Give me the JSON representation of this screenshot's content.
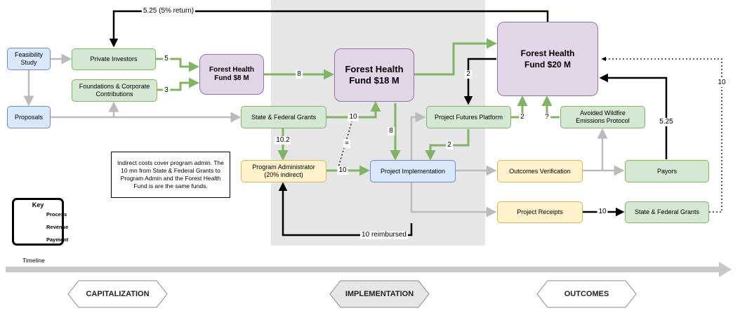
{
  "nodes": {
    "feasibility_study": "Feasibility Study",
    "proposals": "Proposals",
    "private_investors": "Private Investors",
    "foundations": "Foundations & Corporate Contributions",
    "fund_8m": "Forest Health Fund $8 M",
    "fund_18m": "Forest Health Fund $18 M",
    "fund_20m": "Forest Health Fund $20 M",
    "state_federal_grants_1": "State & Federal Grants",
    "program_administrator": "Program Administrator (20% indirect)",
    "project_implementation": "Project Implementation",
    "project_futures_platform": "Project Futures Platform",
    "avoided_wildfire": "Avoided Wildfire Emissions Protocol",
    "outcomes_verification": "Outcomes Verification",
    "payors": "Payors",
    "project_receipts": "Project Receipts",
    "state_federal_grants_2": "State & Federal Grants"
  },
  "edge_labels": {
    "return": "5.25 (5% return)",
    "private_to_fund8": "5",
    "foundations_to_fund8": "3",
    "fund8_to_fund18": "8",
    "grants_to_fund18": "10",
    "grants_to_admin": "10.2",
    "equals": "=",
    "admin_to_impl": "10",
    "fund18_to_impl": "8",
    "fund20_to_futures": "2",
    "futures_to_fund20": "2",
    "futures_to_impl": "2",
    "avoided_to_fund20": "?",
    "payors_to_fund20": "5.25",
    "grants2_to_fund20": "10",
    "receipts_to_grants": "10",
    "reimbursed": "10 reimbursed"
  },
  "note": "Indirect costs cover program admin. The 10 mn from State & Federal Grants to Program Admin and the Forest Health Fund is are the same funds.",
  "key": {
    "title": "Key",
    "items": [
      "Process",
      "Revenue",
      "Payment"
    ]
  },
  "timeline": {
    "label": "Timeline",
    "phases": [
      "CAPITALIZATION",
      "IMPLEMENTATION",
      "OUTCOMES"
    ]
  },
  "colors": {
    "process": "#bbbbbb",
    "revenue": "#82b366",
    "payment": "#000000",
    "implementation_band": "#e6e6e6"
  }
}
